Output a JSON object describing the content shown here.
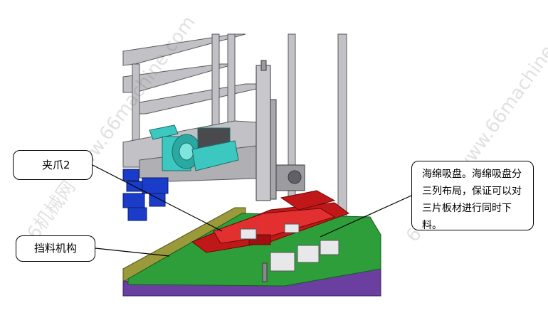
{
  "callouts": {
    "gripper": "夹爪2",
    "stopper": "挡料机构",
    "sponge": "海绵吸盘。海绵吸盘分三列布局，保证可以对三片板材进行同时下料。"
  },
  "watermark": {
    "text": "66机械网 www.66machine.com"
  },
  "colors": {
    "table_green": "#2e9e3a",
    "gripper_red": "#c01818",
    "motor_cyan": "#3cc8c0",
    "bin_blue": "#1a3cc8",
    "frame_gray": "#b8b8bc",
    "base_purple": "#6a3fa0",
    "rail_olive": "#9a9a3a"
  }
}
